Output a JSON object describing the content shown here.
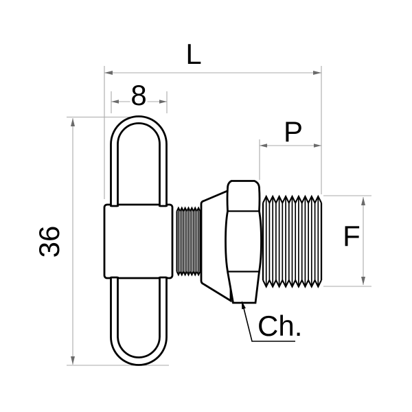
{
  "drawing": {
    "kind": "technical-dimension-drawing",
    "part": "drain cock fitting with wire bail handle, knurled connector, hex nut and male thread",
    "dimension_labels": {
      "overall_length": "L",
      "handle_width": "8",
      "overall_height": "36",
      "thread_length": "P",
      "thread_size": "F",
      "chamfer": "Ch."
    },
    "colors": {
      "background": "#ffffff",
      "part_outline": "#000000",
      "dimension_line": "#a9a9a9",
      "arrowhead": "#6b6b6b",
      "label_text": "#000000"
    }
  }
}
